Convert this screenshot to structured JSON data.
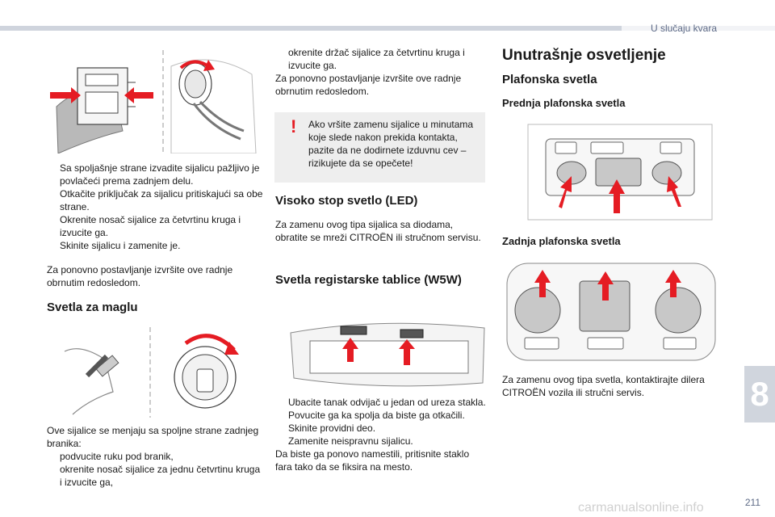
{
  "header": {
    "chapter_title": "U slučaju kvara"
  },
  "footer": {
    "page_number": "211",
    "chapter_number": "8",
    "watermark": "carmanualsonline.info"
  },
  "col1": {
    "steps": [
      "Sa spoljašnje strane izvadite sijalicu pažljivo je povlačeći prema zadnjem delu.",
      "Otkačite priključak za sijalicu pritiskajući sa obe strane.",
      "Okrenite nosač sijalice za četvrtinu kruga i izvucite ga.",
      "Skinite sijalicu i zamenite je."
    ],
    "reassembly": "Za ponovno postavljanje izvršite ove radnje obrnutim redosledom.",
    "fog_title": "Svetla za maglu",
    "fog_intro": "Ove sijalice se menjaju sa spoljne strane zadnjeg branika:",
    "fog_steps": [
      "podvucite ruku pod branik,",
      "okrenite nosač sijalice za jednu četvrtinu kruga i izvucite ga,"
    ]
  },
  "col2": {
    "steps": [
      "okrenite držač sijalice za četvrtinu kruga i izvucite ga."
    ],
    "reassembly": "Za ponovno postavljanje izvršite ove radnje obrnutim redosledom.",
    "warning": "Ako vršite zamenu sijalice u minutama koje slede nakon prekida kontakta, pazite da ne dodirnete izduvnu cev – rizikujete da se opečete!",
    "warning_icon": "!",
    "stop_title": "Visoko stop svetlo (LED)",
    "stop_text": "Za zamenu ovog tipa sijalica sa diodama, obratite se mreži CITROËN ili stručnom servisu.",
    "plate_title": "Svetla registarske tablice (W5W)",
    "plate_steps": [
      "Ubacite tanak odvijač u jedan od ureza stakla.",
      "Povucite ga ka spolja da biste ga otkačili.",
      "Skinite providni deo.",
      "Zamenite neispravnu sijalicu."
    ],
    "plate_end": "Da biste ga ponovo namestili, pritisnite staklo fara tako da se fiksira na mesto."
  },
  "col3": {
    "title": "Unutrašnje osvetljenje",
    "subtitle": "Plafonska svetla",
    "front_title": "Prednja plafonska svetla",
    "rear_title": "Zadnja plafonska svetla",
    "rear_text": "Za zamenu ovog tipa svetla, kontaktirajte dilera CITROËN vozila ili stručni servis."
  },
  "bullet_glyph": "",
  "accent_color": "#e51c23"
}
